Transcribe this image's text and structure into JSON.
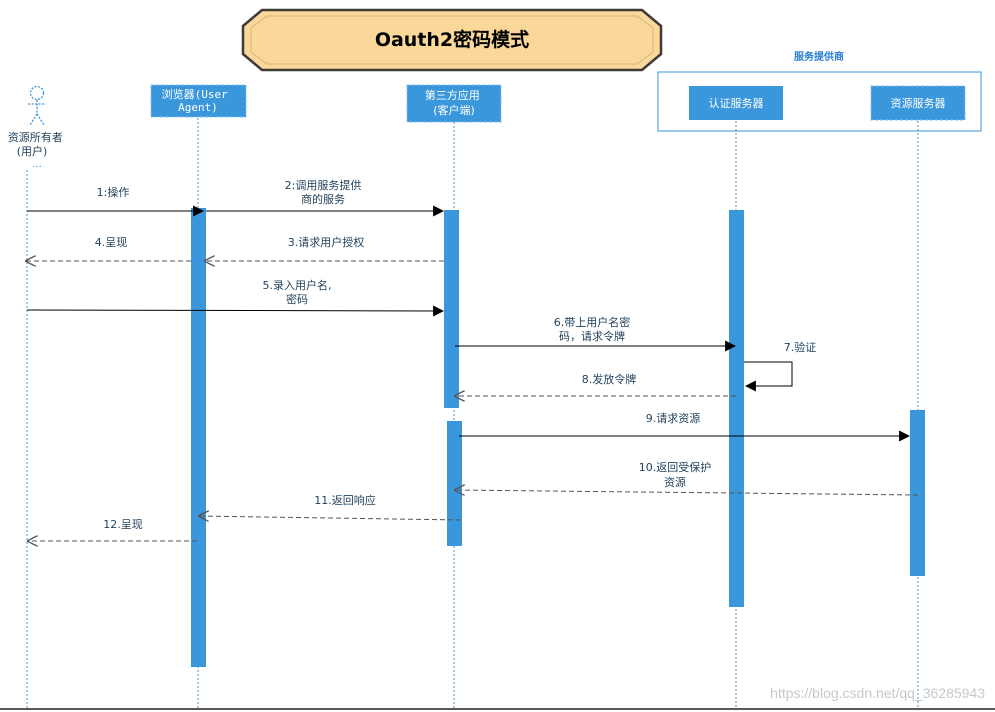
{
  "title": "Oauth2密码模式",
  "provider_group_label": "服务提供商",
  "participants": {
    "owner": "资源所有者\n(用户)",
    "browser": "浏览器(User\nAgent)",
    "client": "第三方应用\n(客户端)",
    "auth_server": "认证服务器",
    "resource_server": "资源服务器"
  },
  "messages": [
    {
      "label": "1:操作"
    },
    {
      "label": "2:调用服务提供\n商的服务"
    },
    {
      "label": "3.请求用户授权"
    },
    {
      "label": "4.呈现"
    },
    {
      "label": "5.录入用户名,\n密码"
    },
    {
      "label": "6.带上用户名密\n码，请求令牌"
    },
    {
      "label": "7.验证"
    },
    {
      "label": "8.发放令牌"
    },
    {
      "label": "9.请求资源"
    },
    {
      "label": "10.返回受保护\n资源"
    },
    {
      "label": "11.返回响应"
    },
    {
      "label": "12.呈现"
    }
  ],
  "watermark": "https://blog.csdn.net/qq_36285943",
  "colors": {
    "accent_blue": "#3b97db",
    "banner_fill": "#f9d899",
    "banner_border": "#3f3a36",
    "line": "#000000",
    "dashed": "#555555"
  }
}
